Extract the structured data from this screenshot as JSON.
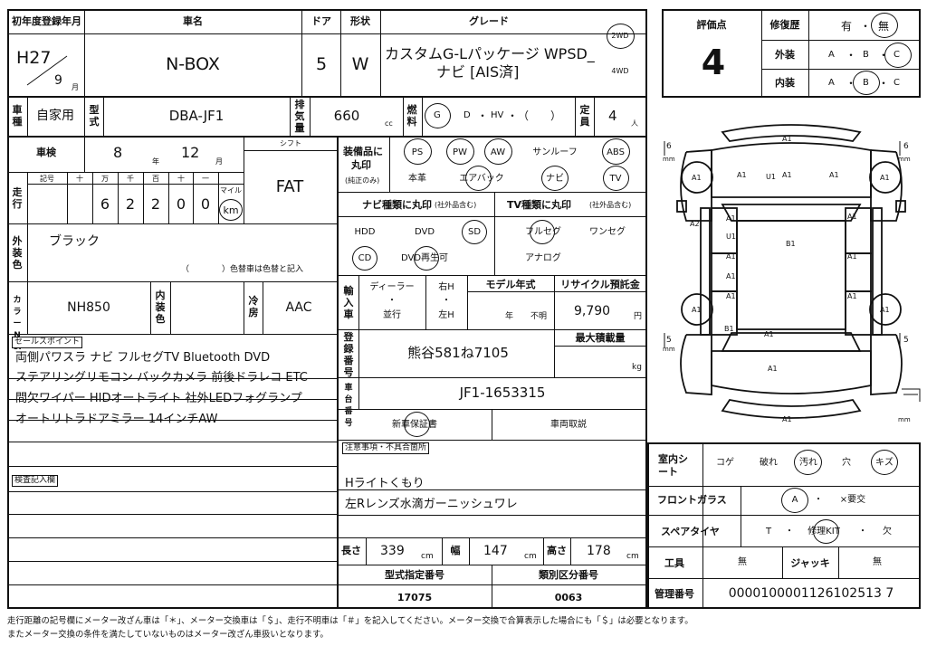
{
  "reg": {
    "header_label": "初年度登録年月",
    "era_year": "H27",
    "month": "9",
    "month_unit": "月"
  },
  "car_name": {
    "header_label": "車名",
    "value": "N-BOX"
  },
  "doors": {
    "header_label": "ドア",
    "value": "5"
  },
  "shape": {
    "header_label": "形状",
    "value": "W"
  },
  "grade": {
    "header_label": "グレード",
    "line1": "カスタムG-Lパッケージ WPSD_",
    "line2": "ナビ [AIS済]",
    "drive_2wd": "2WD",
    "drive_4wd": "4WD"
  },
  "score": {
    "label": "評価点",
    "value": "4"
  },
  "repair": {
    "label": "修復歴",
    "yes": "有",
    "dot": "・",
    "no": "無"
  },
  "exterior": {
    "label": "外装",
    "a": "A",
    "b": "B",
    "c": "C",
    "dot": "・"
  },
  "interior": {
    "label": "内装",
    "a": "A",
    "b": "B",
    "c": "C",
    "dot": "・"
  },
  "usage": {
    "label": "車種",
    "value": "自家用"
  },
  "model": {
    "label": "型式",
    "value": "DBA-JF1"
  },
  "displacement": {
    "label": "排気量",
    "value": "660",
    "unit": "cc"
  },
  "fuel": {
    "label": "燃料",
    "g": "G",
    "d": "D",
    "hv": "HV",
    "dot": "・",
    "other": "（　　）"
  },
  "capacity": {
    "label": "定員",
    "value": "4",
    "unit": "人"
  },
  "inspection": {
    "label": "車検",
    "year": "8",
    "year_unit": "年",
    "month": "12",
    "month_unit": "月"
  },
  "mileage": {
    "label": "走行",
    "col_sym": "記号",
    "col_10k_ten": "十",
    "col_10k": "万",
    "col_1k": "千",
    "col_100": "百",
    "col_10": "十",
    "col_1": "一",
    "digits": [
      "6",
      "2",
      "2",
      "0",
      "0"
    ],
    "unit_label": "マイル",
    "unit": "km"
  },
  "shift": {
    "label": "シフト",
    "value": "FAT"
  },
  "exterior_color": {
    "label": "外装色",
    "value": "ブラック",
    "note": "（　　　　）色替車は色替と記入"
  },
  "color_no": {
    "label": "カラーNo.",
    "value": "NH850"
  },
  "interior_color": {
    "label": "内装色",
    "value": ""
  },
  "aircon": {
    "label": "冷房",
    "value": "AAC"
  },
  "equip": {
    "label1": "装備品に",
    "label2": "丸印",
    "label3": "(純正のみ)",
    "ps": "PS",
    "pw": "PW",
    "aw": "AW",
    "sunroof": "サンルーフ",
    "abs": "ABS",
    "leather": "本革",
    "airbag": "エアバック",
    "navi": "ナビ",
    "tv": "TV"
  },
  "navi_type": {
    "header": "ナビ種類に丸印",
    "note": "(社外品含む)",
    "hdd": "HDD",
    "dvd": "DVD",
    "sd": "SD",
    "cd": "CD",
    "dvd_play": "DVD再生可"
  },
  "tv_type": {
    "header": "TV種類に丸印",
    "note": "(社外品含む)",
    "fullseg": "フルセグ",
    "oneseg": "ワンセグ",
    "analog": "アナログ"
  },
  "import": {
    "label": "輸入車",
    "dealer": "ディーラー",
    "parallel": "並行",
    "rh": "右H",
    "lh": "左H",
    "dot": "・"
  },
  "model_year": {
    "label": "モデル年式",
    "year_unit": "年",
    "unknown": "不明"
  },
  "recycle": {
    "label": "リサイクル預託金",
    "value": "9,790",
    "unit": "円"
  },
  "plate": {
    "label": "登録番号",
    "value": "熊谷581ね7105"
  },
  "max_load": {
    "label": "最大積載量",
    "unit": "kg"
  },
  "chassis": {
    "label": "車台番号",
    "value": "JF1-1653315"
  },
  "warranty": {
    "label": "新車保証書",
    "manual": "車両取説"
  },
  "sales_points": {
    "label": "セールスポイント",
    "lines": [
      "両側パワスラ ナビ フルセグTV Bluetooth DVD",
      "ステアリングリモコン バックカメラ 前後ドラレコ ETC",
      "間欠ワイパー HIDオートライト 社外LEDフォグランプ",
      "オートリトラドアミラー 14インチAW"
    ]
  },
  "inspector": {
    "label": "検査記入欄"
  },
  "notes": {
    "label": "注意事項・不具合箇所",
    "lines": [
      "Hライトくもり",
      "左Rレンズ水滴ガーニッシュワレ"
    ]
  },
  "dims": {
    "length_label": "長さ",
    "length": "339",
    "width_label": "幅",
    "width": "147",
    "height_label": "高さ",
    "height": "178",
    "unit": "cm"
  },
  "type_cert": {
    "label": "型式指定番号",
    "value": "17075"
  },
  "class_no": {
    "label": "類別区分番号",
    "value": "0063"
  },
  "room_seat": {
    "label": "室内シート",
    "burn": "コゲ",
    "tear": "破れ",
    "dirt": "汚れ",
    "hole": "穴",
    "scratch": "キズ"
  },
  "windshield": {
    "label": "フロントガラス",
    "a": "A",
    "dot": "・",
    "x": "×要交"
  },
  "spare_tire": {
    "label": "スペアタイヤ",
    "t": "T",
    "dot": "・",
    "kit": "修理KIT",
    "none": "欠"
  },
  "tools": {
    "label": "工具",
    "value": "無"
  },
  "jack": {
    "label": "ジャッキ",
    "value": "無"
  },
  "mgmt": {
    "label": "管理番号",
    "value": "0000100001126102513 7"
  },
  "footer": {
    "line1": "走行距離の記号欄にメーター改ざん車は「＊」、メーター交換車は「＄」、走行不明車は「＃」を記入してください。メーター交換で合算表示した場合にも「＄」は必要となります。",
    "line2": "またメーター交換の条件を満たしていないものはメーター改ざん車扱いとなります。"
  },
  "diagram": {
    "marks": [
      "A1",
      "A1",
      "A1",
      "A1",
      "A1",
      "U1",
      "A1",
      "A2",
      "A1",
      "A1",
      "U1",
      "A1",
      "A1",
      "B1",
      "A1",
      "A1",
      "A1",
      "A1",
      "A1",
      "A1",
      "B1",
      "A1",
      "A1"
    ],
    "mm_labels": [
      "6",
      "mm",
      "6",
      "mm",
      "5",
      "mm",
      "5",
      "mm"
    ]
  }
}
